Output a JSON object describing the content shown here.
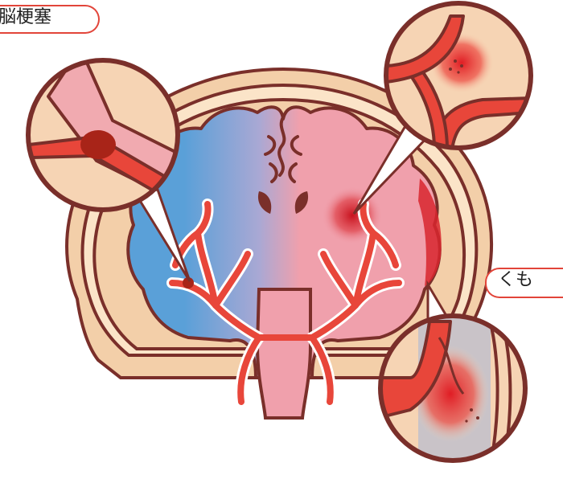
{
  "labels": {
    "infarct": "脳梗塞",
    "subarachnoid": "くも"
  },
  "colors": {
    "outline": "#7a2f2a",
    "skin": "#f6d4b4",
    "brain_pink": "#f0a0a8",
    "ischemia_blue": "#5aa0d8",
    "artery_red": "#e8463a",
    "hemorrhage_red": "#d8262e",
    "clot_dark": "#a82418",
    "label_border": "#e2453a"
  },
  "icons": [
    "brain-section-illustration",
    "blood-clot-icon",
    "bleeding-spot-icon",
    "magnifier-callout-icon"
  ]
}
